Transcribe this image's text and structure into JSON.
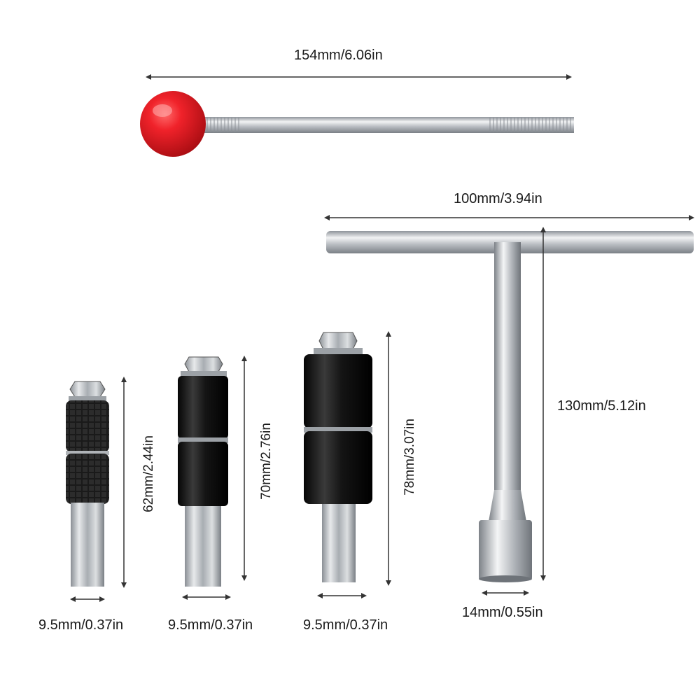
{
  "dimensions": {
    "rod_length": "154mm/6.06in",
    "tbar_width": "100mm/3.94in",
    "tbar_height": "130mm/5.12in",
    "tbar_socket": "14mm/0.55in",
    "bit1_length": "62mm/2.44in",
    "bit2_length": "70mm/2.76in",
    "bit3_length": "78mm/3.07in",
    "bit1_width": "9.5mm/0.37in",
    "bit2_width": "9.5mm/0.37in",
    "bit3_width": "9.5mm/0.37in"
  },
  "colors": {
    "background": "#ffffff",
    "knob": "#e8141c",
    "steel": "#c9ccd0",
    "rubber": "#111111",
    "dim_line": "#333333"
  }
}
